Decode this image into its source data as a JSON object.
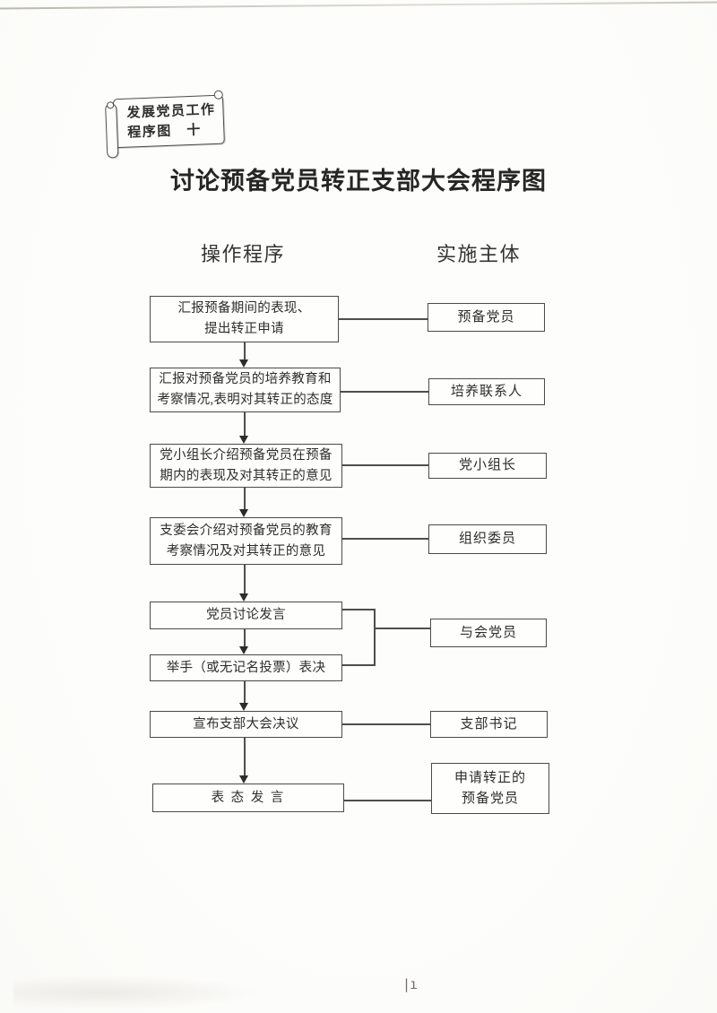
{
  "banner": {
    "line1": "发展党员工作",
    "line2": "程序图　十"
  },
  "title": "讨论预备党员转正支部大会程序图",
  "column_headers": {
    "procedure": "操作程序",
    "actor": "实施主体"
  },
  "steps": [
    "汇报预备期间的表现、\n提出转正申请",
    "汇报对预备党员的培养教育和\n考察情况,表明对其转正的态度",
    "党小组长介绍预备党员在预备\n期内的表现及对其转正的意见",
    "支委会介绍对预备党员的教育\n考察情况及对其转正的意见",
    "党员讨论发言",
    "举手（或无记名投票）表决",
    "宣布支部大会决议",
    "表 态 发 言"
  ],
  "actors": [
    "预备党员",
    "培养联系人",
    "党小组长",
    "组织委员",
    "与会党员",
    "支部书记",
    "申请转正的\n预备党员"
  ],
  "footer_mark": "|ı",
  "colors": {
    "ink": "#4a4a4a",
    "text": "#2d2d2d",
    "paper": "#fdfdfb"
  }
}
